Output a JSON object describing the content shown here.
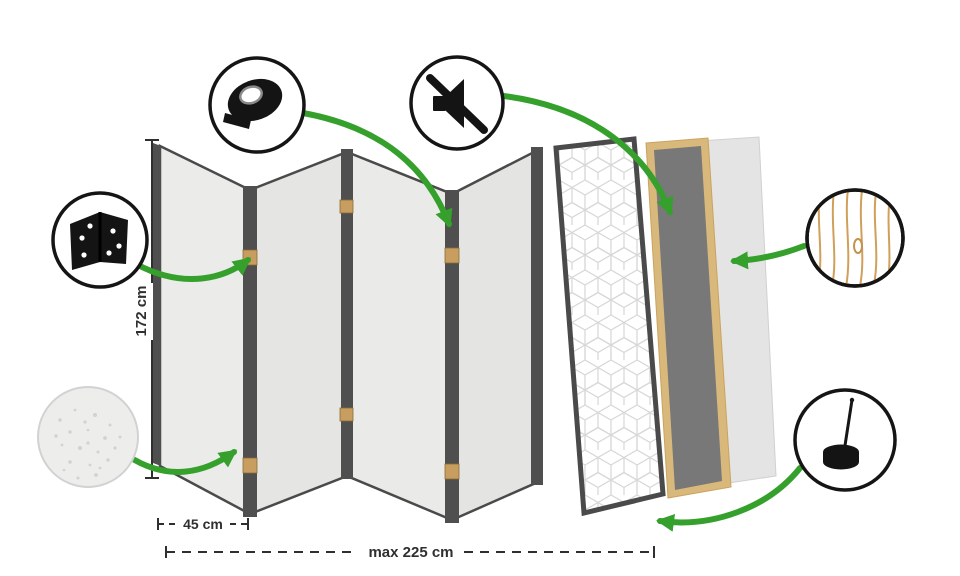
{
  "labels": {
    "height": "172 cm",
    "panel_width": "45 cm",
    "max_width": "max 225 cm"
  },
  "icons": [
    {
      "name": "hinge-icon"
    },
    {
      "name": "fabric-texture-icon"
    },
    {
      "name": "tape-roll-icon"
    },
    {
      "name": "no-sound-icon"
    },
    {
      "name": "wood-texture-icon"
    },
    {
      "name": "anchor-pin-icon"
    }
  ],
  "colors": {
    "arrow_green": "#35a02c",
    "panel_light": "#e9e9e7",
    "panel_edge_dark": "#4a4a4a",
    "wood_frame": "#d9b87c",
    "hinge_tan": "#c79e5f",
    "inner_panel_gray": "#787878",
    "pattern_line_gray": "#d7d7d7",
    "icon_black": "#141414",
    "dimension_text": "#2f2f2f"
  }
}
